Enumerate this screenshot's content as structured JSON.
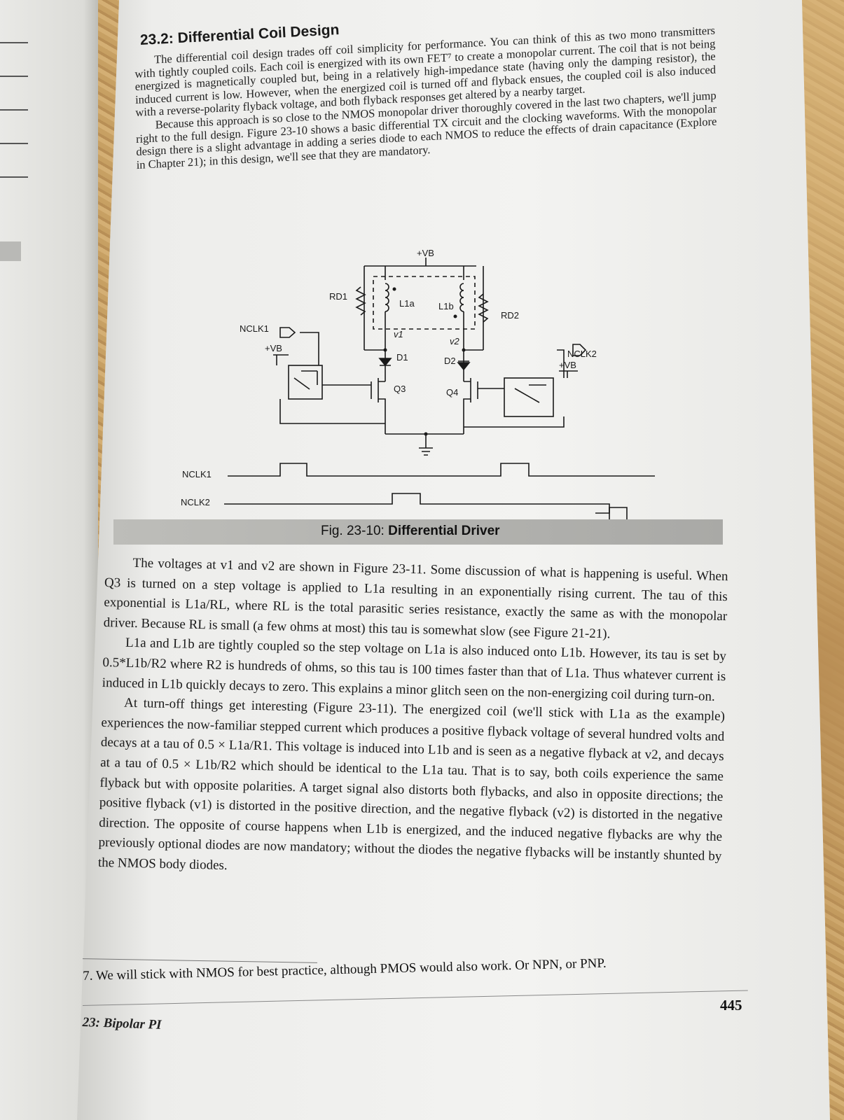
{
  "section_heading": "23.2: Differential Coil Design",
  "intro_paragraphs": [
    "The differential coil design trades off coil simplicity for performance. You can think of this as two mono transmitters with tightly coupled coils. Each coil is energized with its own FET⁷ to create a monopolar current. The coil that is not being energized is magnetically coupled but, being in a relatively high-impedance state (having only the damping resistor), the induced current is low. However, when the energized coil is turned off and flyback ensues, the coupled coil is also induced with a reverse-polarity flyback voltage, and both flyback responses get altered by a nearby target.",
    "Because this approach is so close to the NMOS monopolar driver thoroughly covered in the last two chapters, we'll jump right to the full design. Figure 23-10 shows a basic differential TX circuit and the clocking waveforms. With the monopolar design there is a slight advantage in adding a series diode to each NMOS to reduce the effects of drain capacitance (Explore in Chapter 21); in this design, we'll see that they are mandatory."
  ],
  "figure": {
    "labels": {
      "vb_top": "+VB",
      "rd1": "RD1",
      "l1a": "L1a",
      "l1b": "L1b",
      "rd2": "RD2",
      "nclk1_in": "NCLK1",
      "nclk2_in": "NCLK2",
      "vb_left": "+VB",
      "vb_right": "+VB",
      "v1": "v1",
      "v2": "v2",
      "d1": "D1",
      "d2": "D2",
      "q3": "Q3",
      "q4": "Q4",
      "wave_nclk1": "NCLK1",
      "wave_nclk2": "NCLK2"
    },
    "caption_prefix": "Fig. 23-10: ",
    "caption_title": "Differential Driver"
  },
  "body_paragraphs": [
    "The voltages at v1 and v2 are shown in Figure 23-11. Some discussion of what is happening is useful. When Q3 is turned on a step voltage is applied to L1a resulting in an exponentially rising current. The tau of this exponential is L1a/RL, where RL is the total parasitic series resistance, exactly the same as with the monopolar driver. Because RL is small (a few ohms at most) this tau is somewhat slow (see Figure 21-21).",
    "L1a and L1b are tightly coupled so the step voltage on L1a is also induced onto L1b. However, its tau is set by 0.5*L1b/R2 where R2 is hundreds of ohms, so this tau is 100 times faster than that of L1a. Thus whatever current is induced in L1b quickly decays to zero. This explains a minor glitch seen on the non-energizing coil during turn-on.",
    "At turn-off things get interesting (Figure 23-11). The energized coil (we'll stick with L1a as the example) experiences the now-familiar stepped current which produces a positive flyback voltage of several hundred volts and decays at a tau of 0.5 × L1a/R1. This voltage is induced into L1b and is seen as a negative flyback at v2, and decays at a tau of 0.5 × L1b/R2 which should be identical to the L1a tau. That is to say, both coils experience the same flyback but with opposite polarities. A target signal also distorts both flybacks, and also in opposite directions; the positive flyback (v1) is distorted in the positive direction, and the negative flyback (v2) is distorted in the negative direction. The opposite of course happens when L1b is energized, and the induced negative flybacks are why the previously optional diodes are now mandatory; without the diodes the negative flybacks will be instantly shunted by the NMOS body diodes."
  ],
  "footnote": "7. We will stick with NMOS for best practice, although PMOS would also work. Or NPN, or PNP.",
  "page_number": "445",
  "running_footer": "23: Bipolar PI"
}
